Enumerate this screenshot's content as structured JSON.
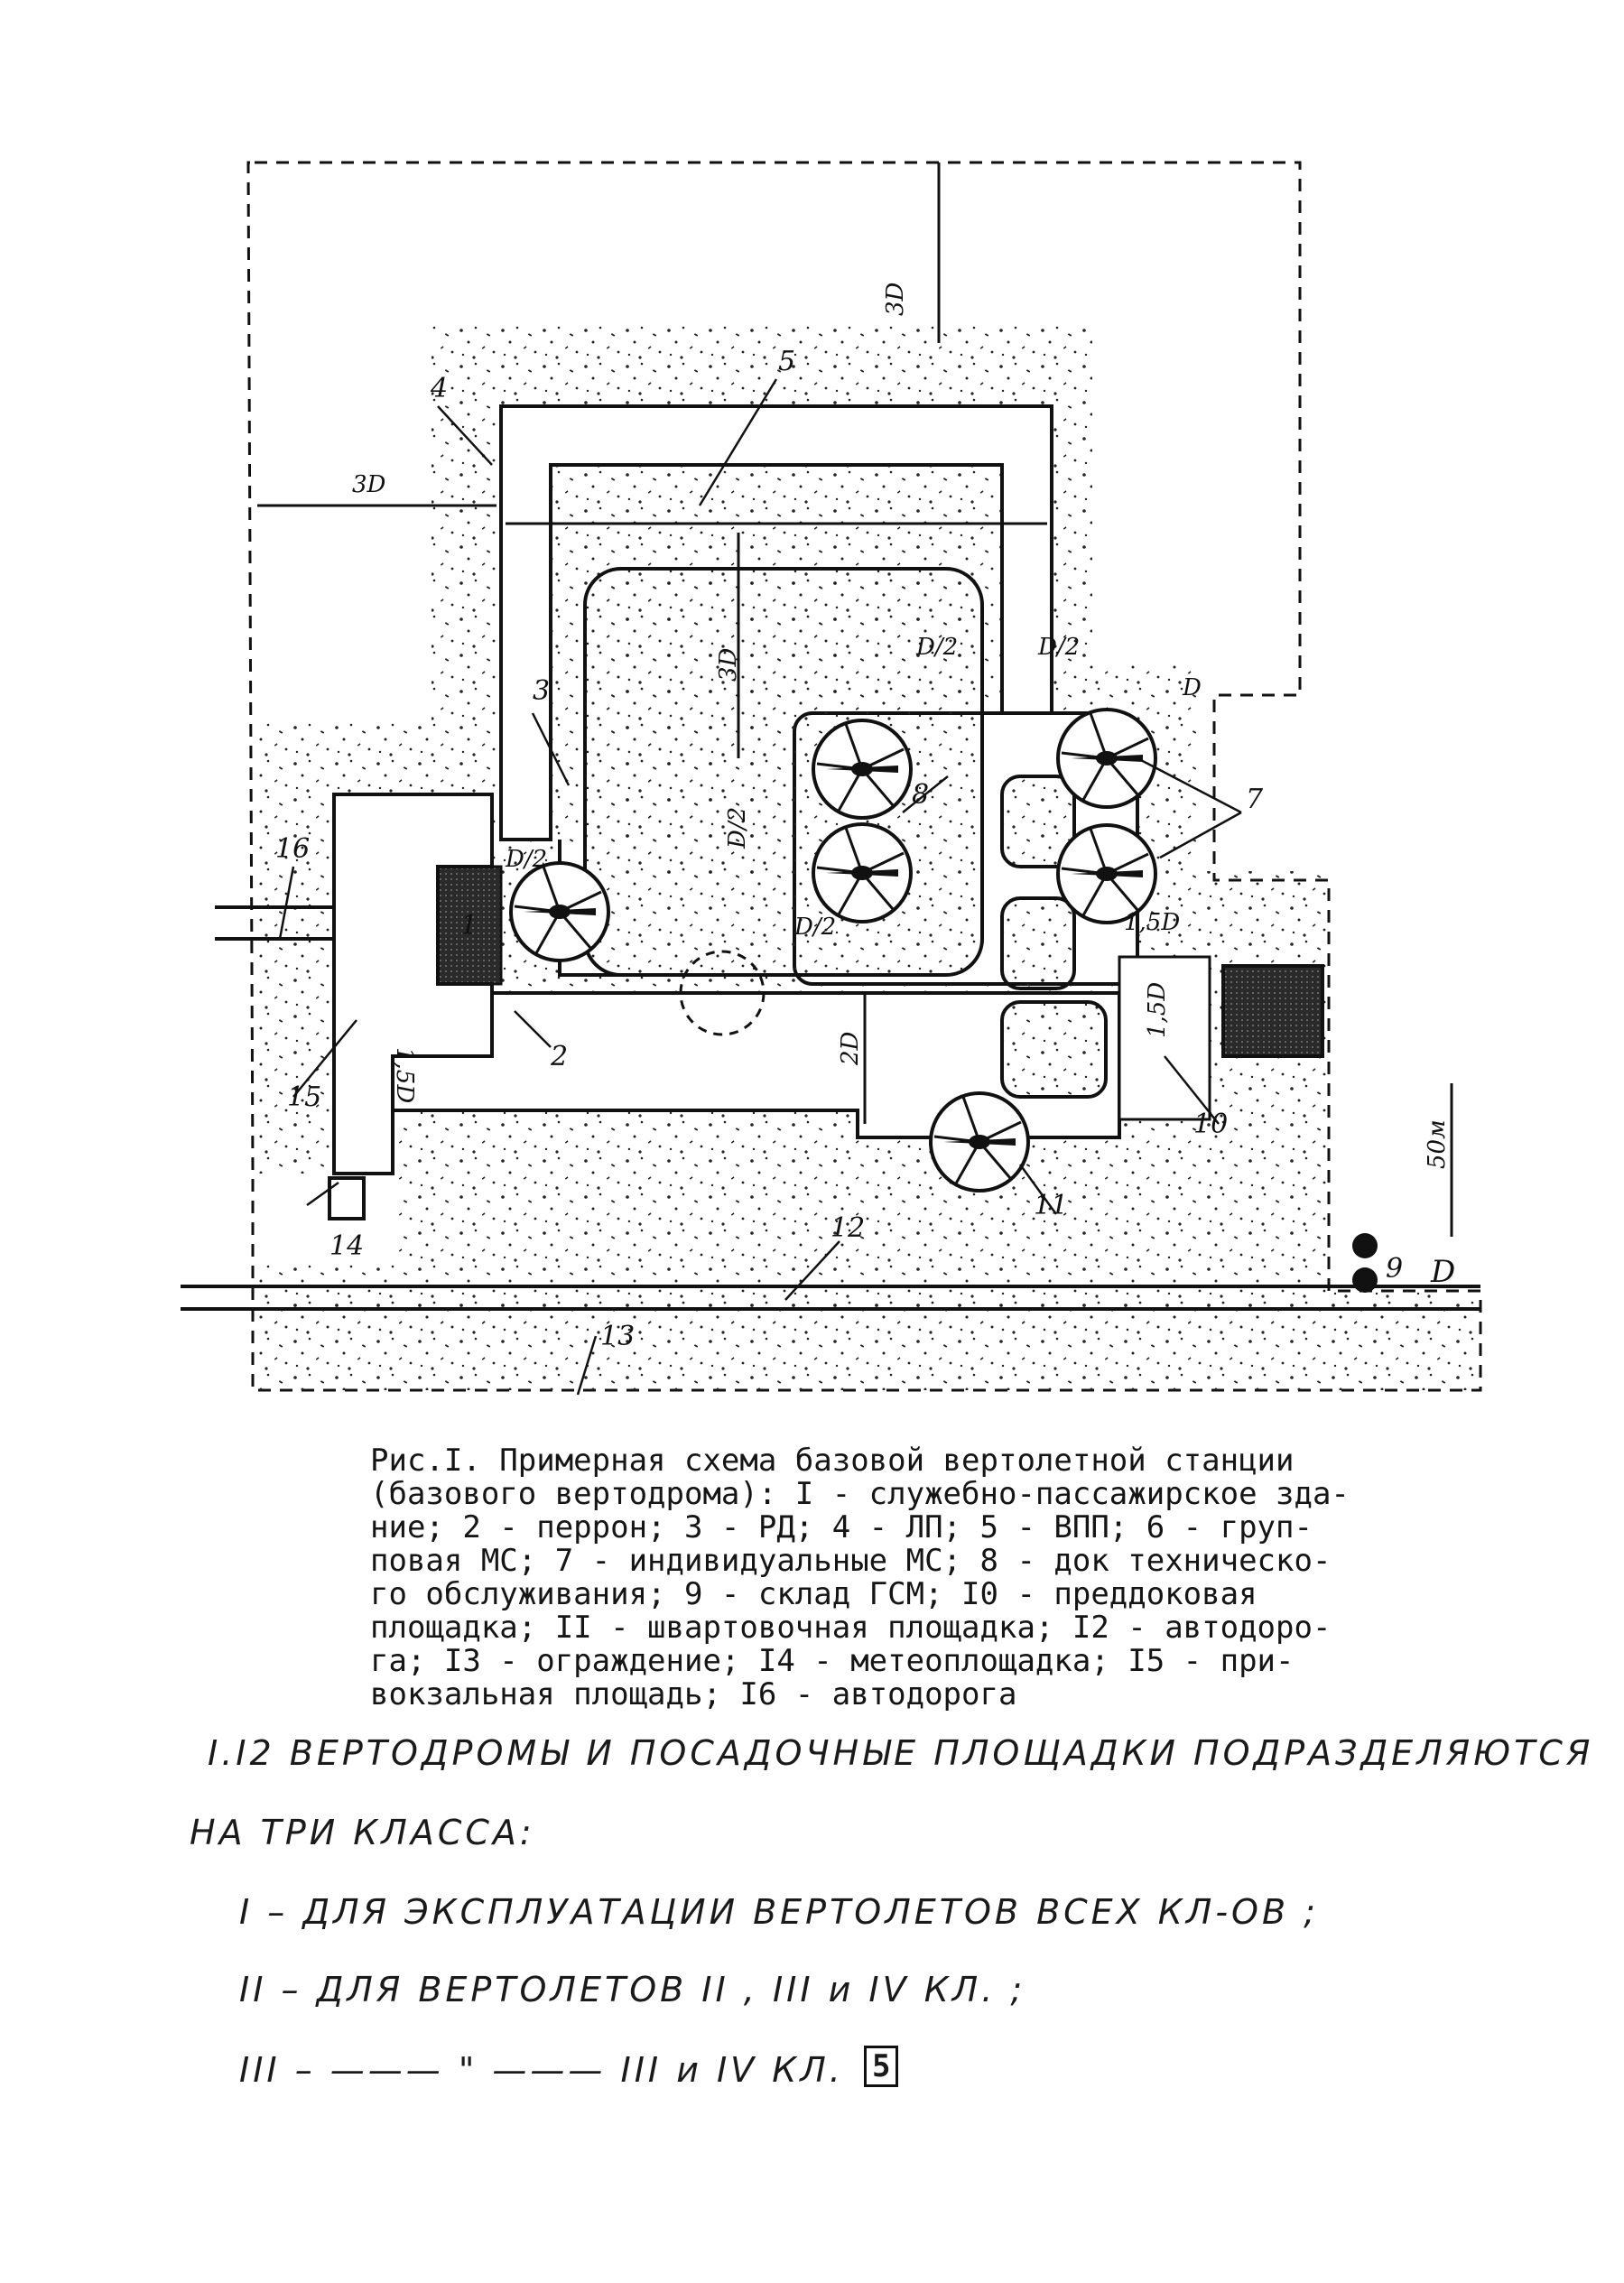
{
  "diagram": {
    "labels": {
      "n1": "1",
      "n2": "2",
      "n3": "3",
      "n4": "4",
      "n5": "5",
      "n7": "7",
      "n8": "8",
      "n9": "9",
      "n10": "10",
      "n11": "11",
      "n12": "12",
      "n13": "13",
      "n14": "14",
      "n15": "15",
      "n16": "16"
    },
    "dimensions": {
      "d_3d_top": "3D",
      "d_3d_left": "3D",
      "d_3d_inner": "3D",
      "d_2d": "2D",
      "d_d_top1": "D/2",
      "d_d_top2": "D/2",
      "d_d_right": "D",
      "d_d_left": "D/2",
      "d_d_mid": "D/2",
      "d_d_bottom": "D/2",
      "d_15d_right": "1,5D",
      "d_15d_low": "1,5D",
      "d_15d_left": "1,5D",
      "d_50m": "50м",
      "d_d_fence": "D"
    }
  },
  "caption": {
    "lines": [
      "Рис.I. Примерная схема базовой вертолетной станции",
      "(базового вертодрома): I - служебно-пассажирское зда-",
      "ние; 2 - перрон; 3 - РД; 4 - ЛП; 5 - ВПП; 6 - груп-",
      "повая МС; 7 - индивидуальные МС; 8 - док техническо-",
      "го обслуживания; 9 - склад ГСМ; I0 - преддоковая",
      "площадка; II - швартовочная площадка; I2 - автодоро-",
      "га; I3 - ограждение; I4 - метеоплощадка; I5 - при-",
      "вокзальная площадь; I6 - автодорога"
    ]
  },
  "handwritten": {
    "line1": "I.I2   ВЕРТОДРОМЫ  И ПОСАДОЧНЫЕ   ПЛОЩАДКИ  ПОДРАЗДЕЛЯЮТСЯ",
    "line2": "НА   ТРИ   КЛАССА:",
    "line3": "I  –  ДЛЯ ЭКСПЛУАТАЦИИ  ВЕРТОЛЕТОВ  ВСЕХ  КЛ-ОВ ;",
    "line4": "II  –  ДЛЯ   ВЕРТОЛЕТОВ  II ,  III  и  IV  КЛ. ;",
    "line5": "III  –   ———   \"   ———   III  и  IV КЛ.",
    "page_number": "5"
  }
}
